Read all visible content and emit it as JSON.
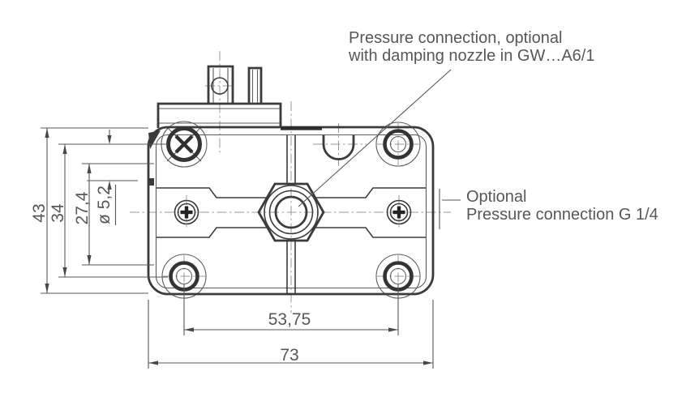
{
  "annotations": {
    "note_top": {
      "line1": "Pressure connection, optional",
      "line2": "with damping nozzle in GW…A6/1"
    },
    "note_right": {
      "line1": "Optional",
      "line2": "Pressure connection G 1/4"
    }
  },
  "dimensions": {
    "height_total": "43",
    "height_hole_centers": "34",
    "height_inner": "27,4",
    "hole_diameter": "ø 5,2",
    "width_hole_centers": "53,75",
    "width_total": "73"
  },
  "colors": {
    "background": "#ffffff",
    "outline": "#3a3b3c",
    "thin_line": "#5a5c5e",
    "dimension_line": "#55575a",
    "centerline": "#97999b",
    "text": "#55575a"
  }
}
